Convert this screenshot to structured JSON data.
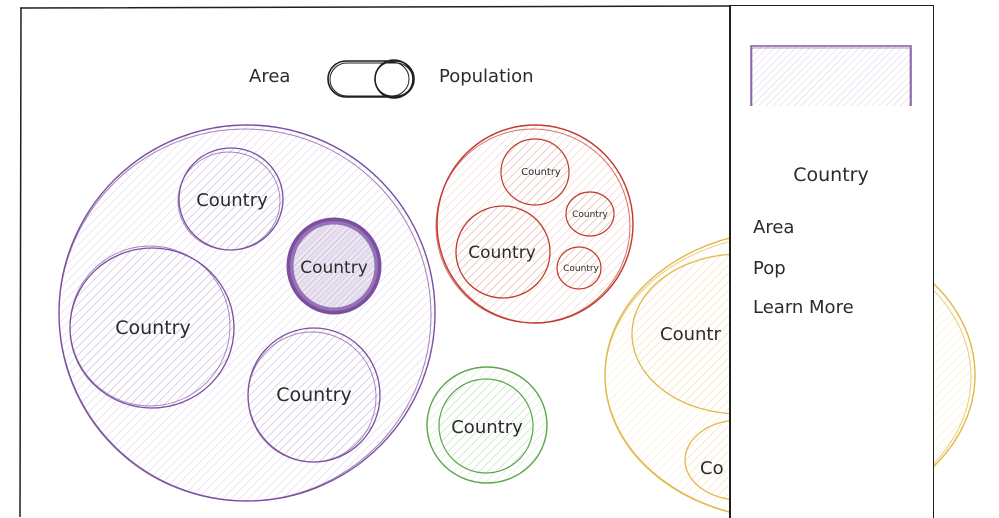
{
  "toggle": {
    "left_label": "Area",
    "right_label": "Population"
  },
  "bubbles": {
    "purple_children": [
      "Country",
      "Country",
      "Country",
      "Country"
    ],
    "red_children": [
      "Country",
      "Country",
      "Country",
      "Country"
    ],
    "green_child": "Country",
    "yellow_children": [
      "Countr",
      "Co"
    ]
  },
  "colors": {
    "purple": "#7b4fa0",
    "red": "#c0392b",
    "green": "#5aa64a",
    "yellow": "#e2b84a",
    "stroke": "#1f1f1f"
  },
  "detail_panel": {
    "title": "Country",
    "items": [
      "Area",
      "Pop",
      "Learn More"
    ]
  }
}
